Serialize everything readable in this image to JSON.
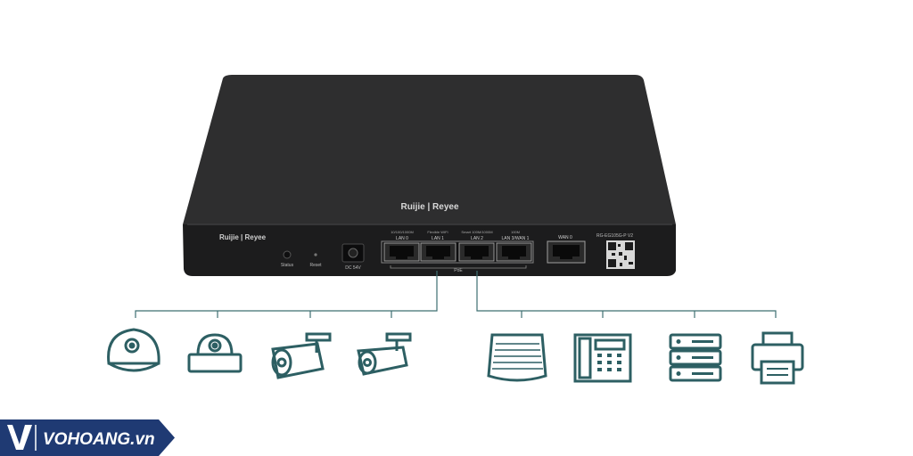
{
  "device": {
    "top_logo": "Ruijie | Reyee",
    "front_logo": "Ruijie | Reyee",
    "status_label": "Status",
    "reset_label": "Reset",
    "power_label": "DC 54V",
    "port_labels": [
      "LAN 0",
      "LAN 1",
      "LAN 2",
      "LAN 3/WAN 1"
    ],
    "port_top_labels": [
      "10/100/1000M",
      "Flexible WIFI",
      "Smart 100M/1000M",
      "100M"
    ],
    "wan_label": "WAN 0",
    "poe_label": "PoE",
    "model_label": "RG-EG105G-P V2"
  },
  "icons": {
    "left": [
      "dome-camera-icon",
      "speed-dome-camera-icon",
      "bullet-camera-icon",
      "bullet-camera-2-icon"
    ],
    "right": [
      "access-point-icon",
      "ip-phone-icon",
      "server-icon",
      "printer-icon"
    ]
  },
  "colors": {
    "line": "#3e6f72",
    "icon": "#2d5f63",
    "device": "#2b2b2b",
    "watermark_bg": "#1f3a73"
  },
  "watermark": {
    "mark": "V",
    "text": "VOHOANG.vn"
  }
}
